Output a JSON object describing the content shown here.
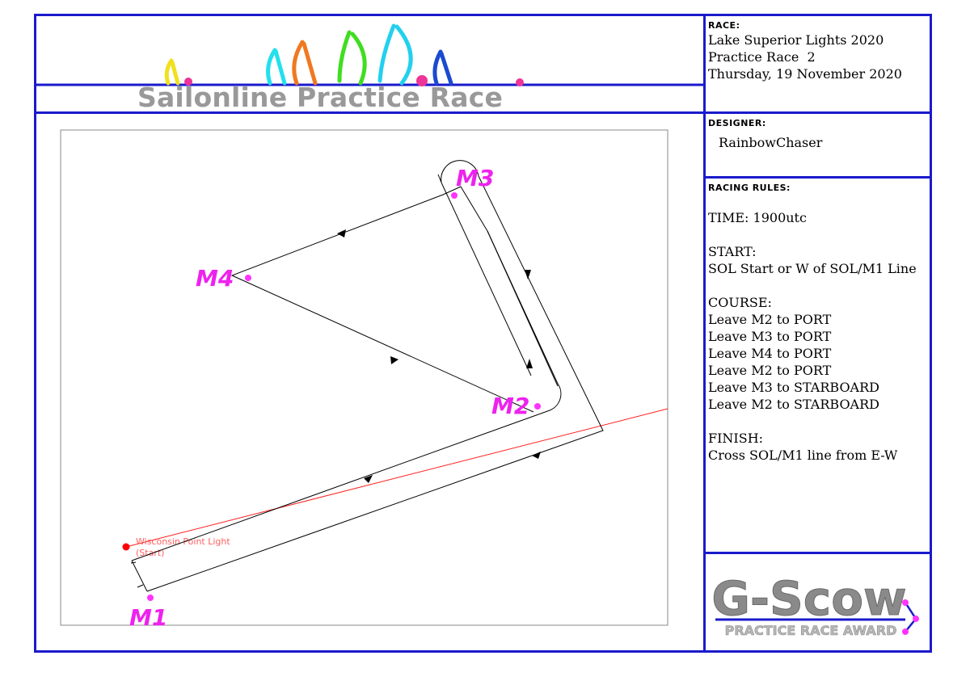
{
  "banner": {
    "title": "Sailonline Practice Race"
  },
  "race": {
    "label": "RACE:",
    "lines": [
      "Lake Superior Lights 2020",
      "Practice Race  2",
      "Thursday, 19 November 2020"
    ]
  },
  "designer": {
    "label": "DESIGNER:",
    "name": "RainbowChaser"
  },
  "rules": {
    "label": "RACING RULES:",
    "lines": [
      "TIME: 1900utc",
      "",
      "START:",
      "SOL Start or W of SOL/M1 Line",
      "",
      "COURSE:",
      "Leave M2 to PORT",
      "Leave M3 to PORT",
      "Leave M4 to PORT",
      "Leave M2 to PORT",
      "Leave M3 to STARBOARD",
      "Leave M2 to STARBOARD",
      "",
      "FINISH:",
      "Cross SOL/M1 line from E-W"
    ]
  },
  "map": {
    "marks": [
      {
        "id": "M1",
        "label": "M1"
      },
      {
        "id": "M2",
        "label": "M2"
      },
      {
        "id": "M3",
        "label": "M3"
      },
      {
        "id": "M4",
        "label": "M4"
      }
    ],
    "start_label_line1": "Wisconsin Point Light",
    "start_label_line2": "(Start)",
    "colors": {
      "mark": "#ff33ff",
      "start_line": "#ff0000",
      "course": "#000000"
    }
  },
  "award": {
    "title": "G-Scow",
    "subtitle": "PRACTICE RACE AWARD"
  },
  "colors": {
    "border": "#1a1acc",
    "mark_label": "#ee22ee",
    "logo_gray": "#8a8a8a"
  }
}
